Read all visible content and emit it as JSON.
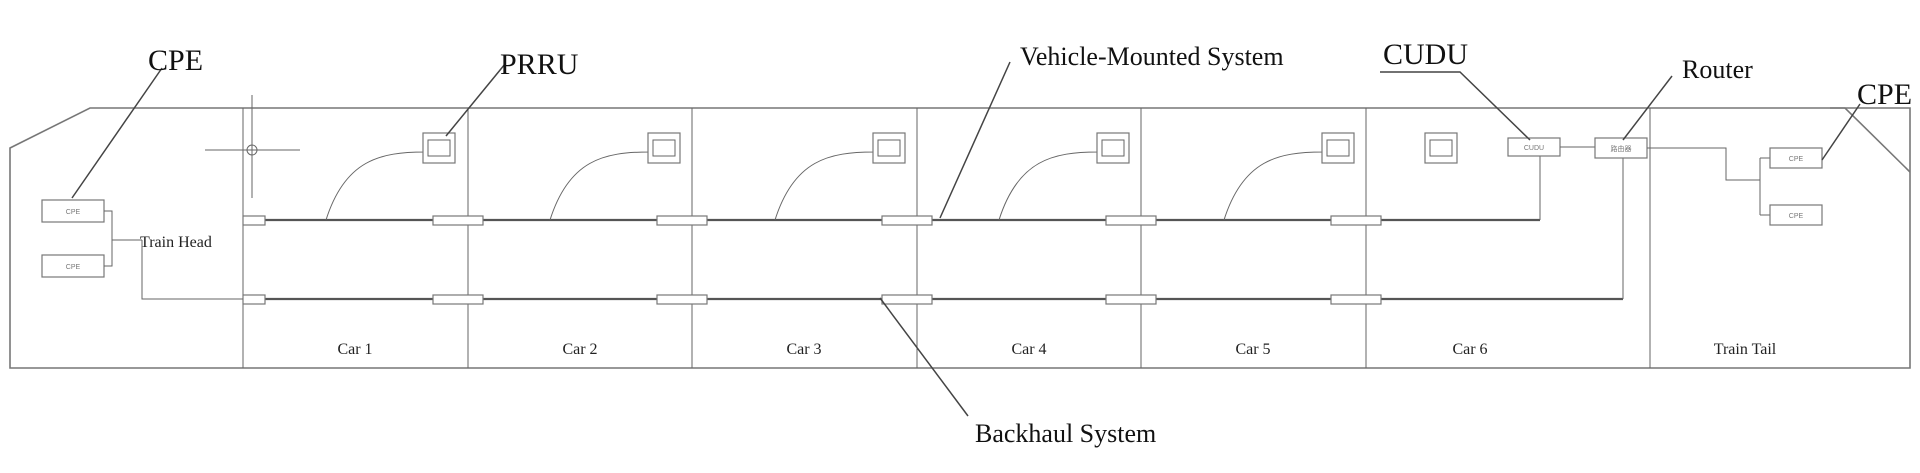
{
  "labels": {
    "cpe_left": "CPE",
    "prru": "PRRU",
    "vehicle_mounted_system": "Vehicle-Mounted System",
    "cudu": "CUDU",
    "router": "Router",
    "cpe_right": "CPE",
    "backhaul_system": "Backhaul System",
    "train_head": "Train Head",
    "train_tail": "Train Tail"
  },
  "cars": [
    "Car 1",
    "Car 2",
    "Car 3",
    "Car 4",
    "Car 5",
    "Car 6"
  ],
  "device_boxes": {
    "cpe_left_1": "CPE",
    "cpe_left_2": "CPE",
    "cudu_box": "CUDU",
    "router_box": "路由器",
    "cpe_right_1": "CPE",
    "cpe_right_2": "CPE"
  }
}
